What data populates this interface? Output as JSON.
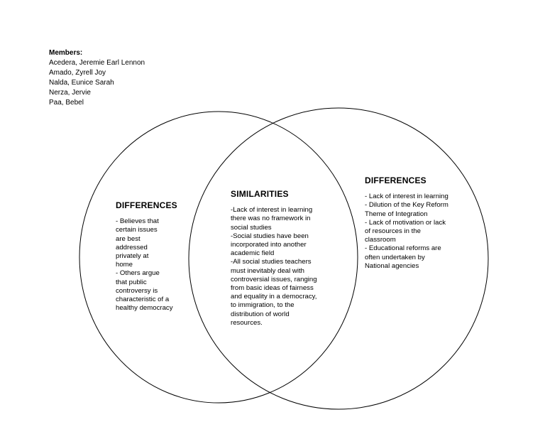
{
  "members": {
    "heading": "Members:",
    "names": [
      "Acedera, Jeremie Earl Lennon",
      "Amado, Zyrell Joy",
      "Nalda, Eunice Sarah",
      "Nerza, Jervie",
      "Paa, Bebel"
    ]
  },
  "left": {
    "title": "DIFFERENCES",
    "lines": [
      "-  Believes that",
      "certain issues",
      "are best",
      "addressed",
      "privately at",
      "home",
      "- Others argue",
      "that public",
      "controversy is",
      "characteristic of a",
      "healthy democracy"
    ]
  },
  "center": {
    "title": "SIMILARITIES",
    "lines": [
      "-Lack of interest in learning",
      "there was no framework in",
      "social studies",
      "-Social studies have been",
      "incorporated into another",
      "academic field",
      "-All social studies teachers",
      "must inevitably deal with",
      "controversial issues, ranging",
      "from basic ideas of fairness",
      "and equality in a democracy,",
      "to immigration, to the",
      "distribution of world",
      "resources."
    ]
  },
  "right": {
    "title": "DIFFERENCES",
    "lines": [
      "- Lack of interest in learning",
      "- Dilution of the Key Reform",
      "Theme of Integration",
      "- Lack of motivation or lack",
      "of resources in the",
      "classroom",
      "- Educational reforms are",
      "often undertaken by",
      "National agencies"
    ]
  }
}
